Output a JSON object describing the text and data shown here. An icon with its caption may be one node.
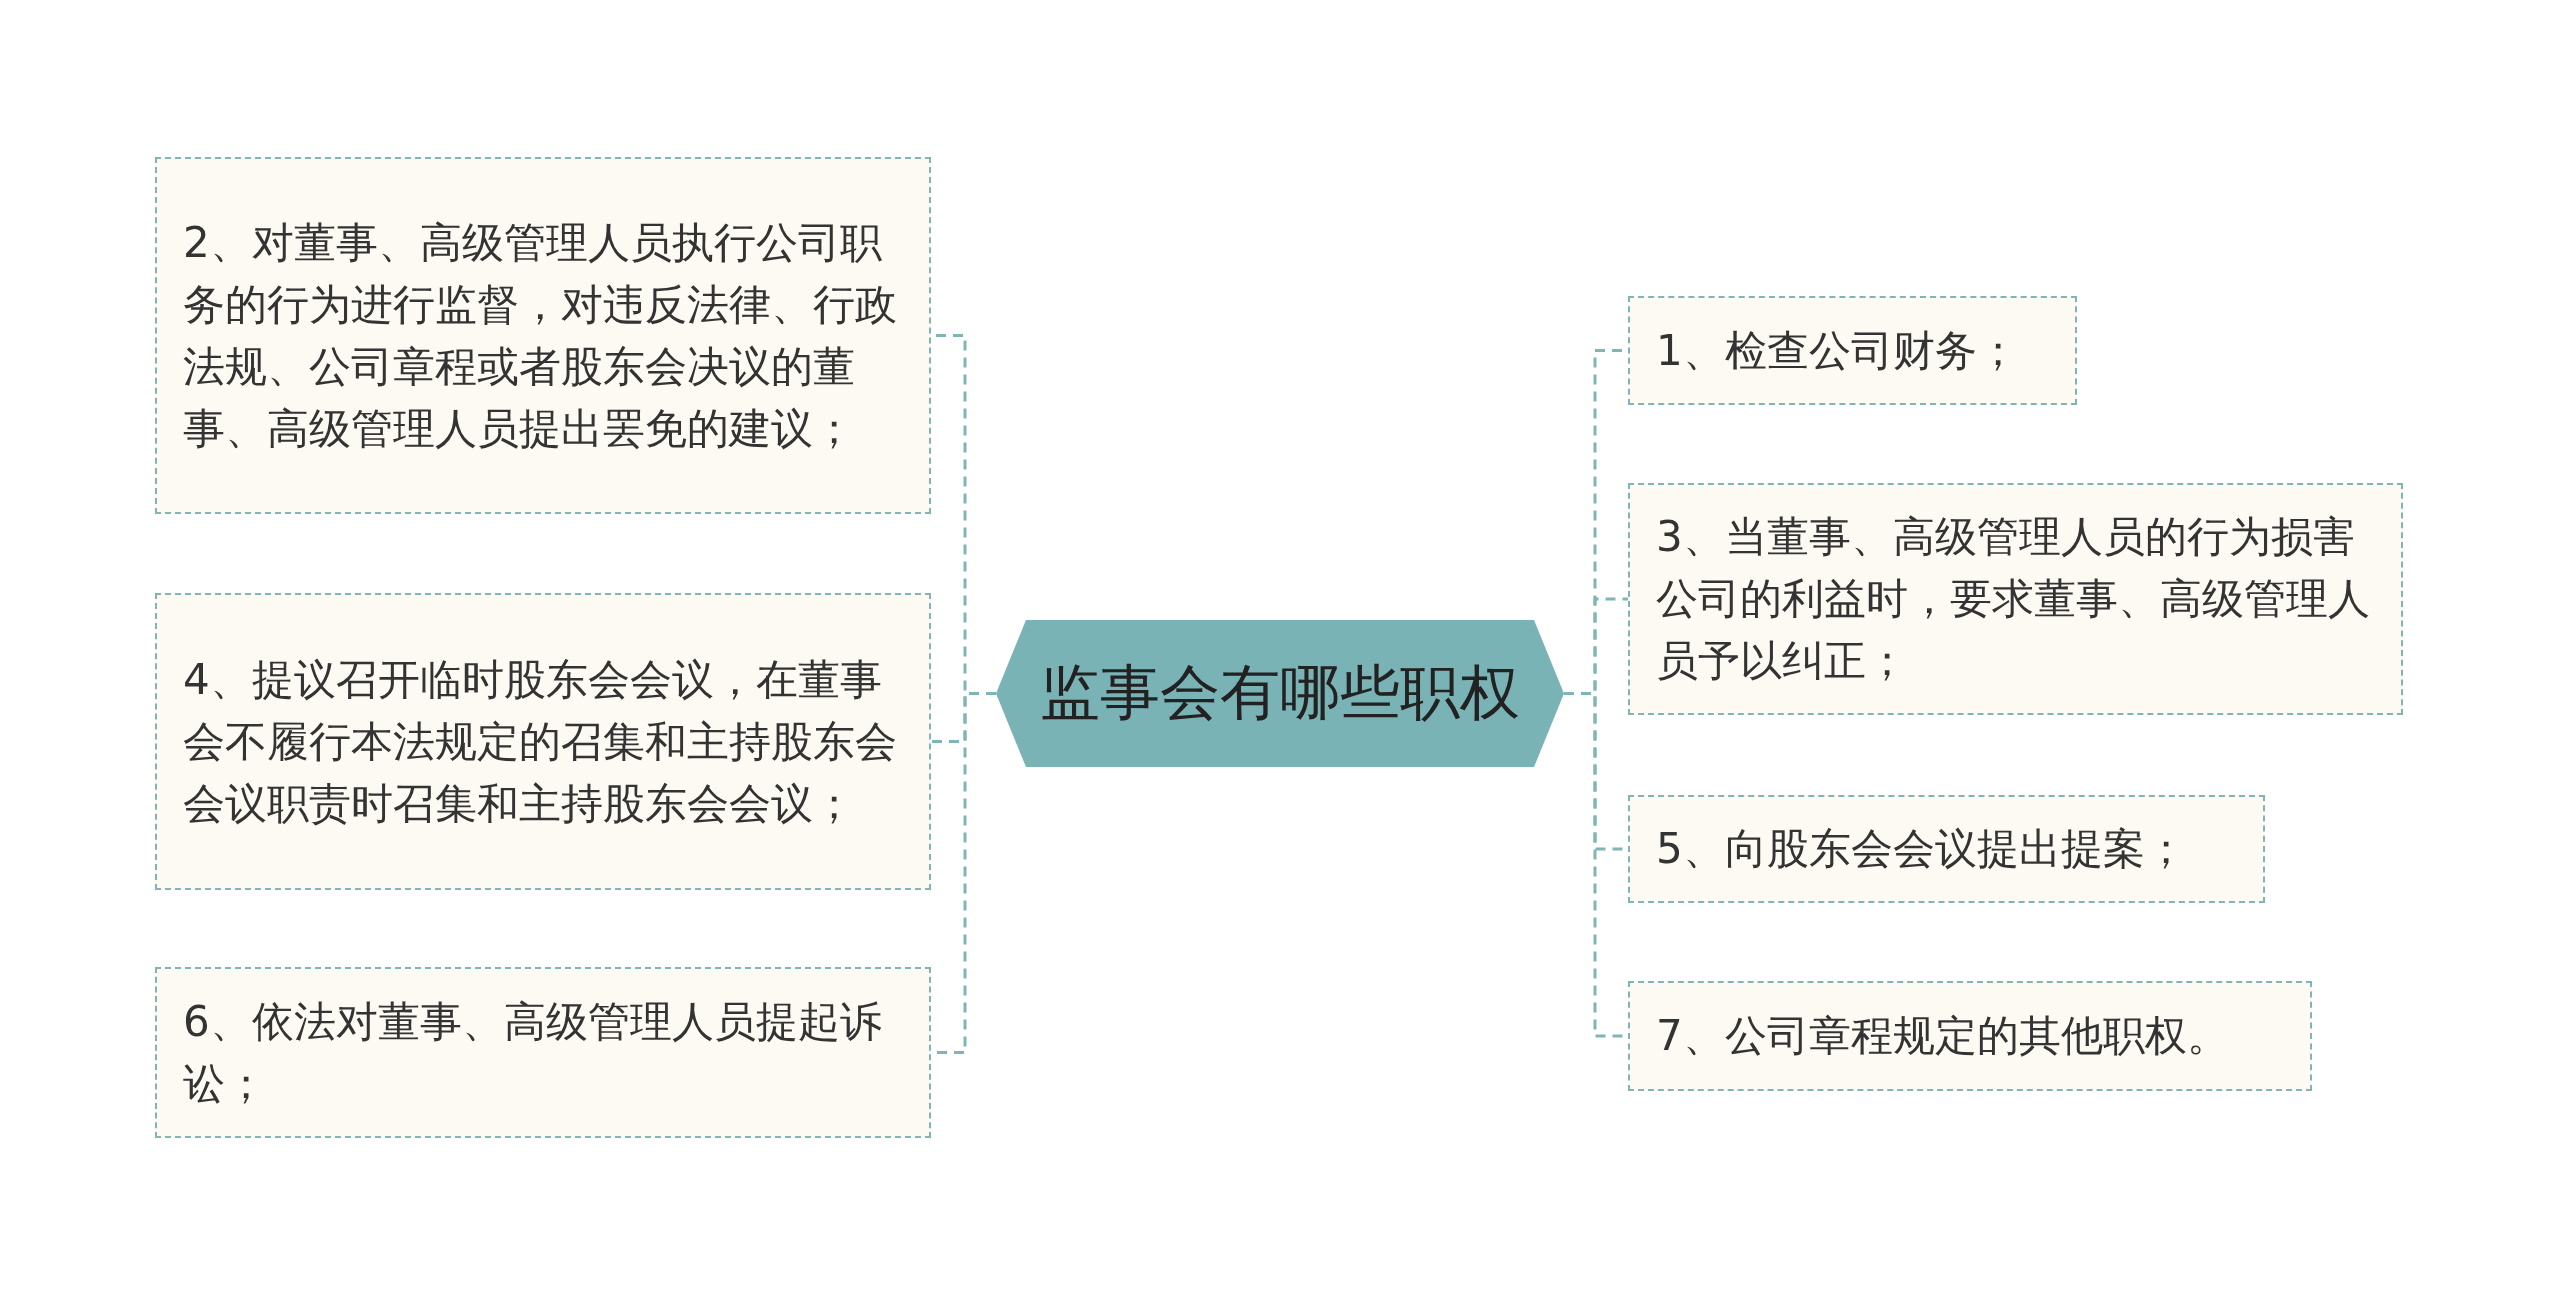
{
  "diagram": {
    "nodes": [
      {
        "text": [
          "监事会有哪些职权"
        ]
      },
      {
        "text": [
          "1、检查公司财务；"
        ]
      },
      {
        "text": [
          "2、对董事、高级管理人员执行公司职务的行为进行监督，对违反法律、行政法规、公司章程或者股东会决议的董事、高级管理人员提出罢免的建议；"
        ]
      },
      {
        "text": [
          "3、当董事、高级管理人员的行为损害公司的利益时，要求董事、高级管理人员予以纠正；"
        ]
      },
      {
        "text": [
          "4、提议召开临时股东会会议，在董事会不履行本法规定的召集和主持股东会会议职责时召集和主持股东会会议；"
        ]
      },
      {
        "text": [
          "5、向股东会会议提出提案；"
        ]
      },
      {
        "text": [
          "6、依法对董事、高级管理人员提起诉讼；"
        ]
      },
      {
        "text": [
          "7、公司章程规定的其他职权。"
        ]
      }
    ],
    "edges": [
      {
        "from": 0,
        "to": 1,
        "arrow": "none"
      },
      {
        "from": 0,
        "to": 2,
        "arrow": "none"
      },
      {
        "from": 0,
        "to": 3,
        "arrow": "none"
      },
      {
        "from": 0,
        "to": 4,
        "arrow": "none"
      },
      {
        "from": 0,
        "to": 5,
        "arrow": "none"
      },
      {
        "from": 0,
        "to": 6,
        "arrow": "none"
      },
      {
        "from": 0,
        "to": 7,
        "arrow": "none"
      }
    ]
  }
}
